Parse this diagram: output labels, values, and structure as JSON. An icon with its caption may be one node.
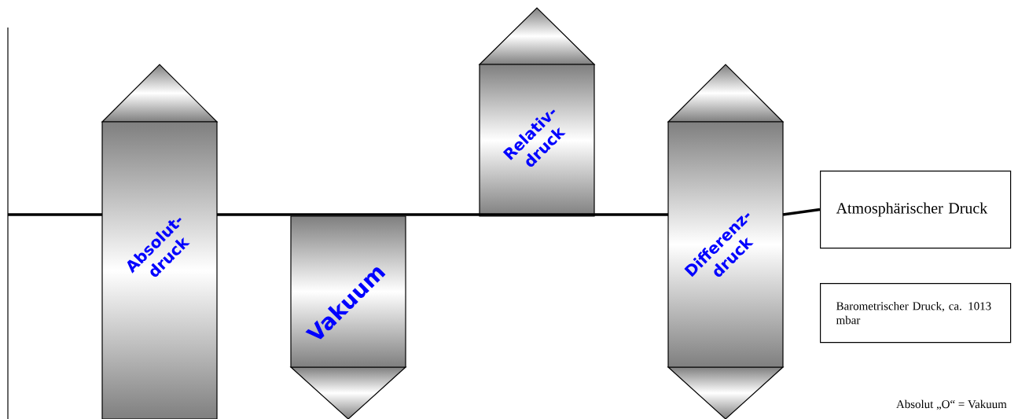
{
  "diagram": {
    "nodes": [
      {
        "text": [
          "Absolut- druck"
        ]
      },
      {
        "text": [
          "Vakuum"
        ]
      },
      {
        "text": [
          "Relativ- druck"
        ]
      },
      {
        "text": [
          "Differenz- druck"
        ]
      },
      {
        "text": [
          "Atmosphärischer Druck"
        ]
      },
      {
        "text": [
          "Barometrischer Druck, ca. 1013 mbar"
        ]
      }
    ],
    "edges": [
      {
        "from": null,
        "to": 4,
        "arrow": "none"
      }
    ],
    "labels": [
      "Absolut „O“ = Vakuum"
    ]
  }
}
